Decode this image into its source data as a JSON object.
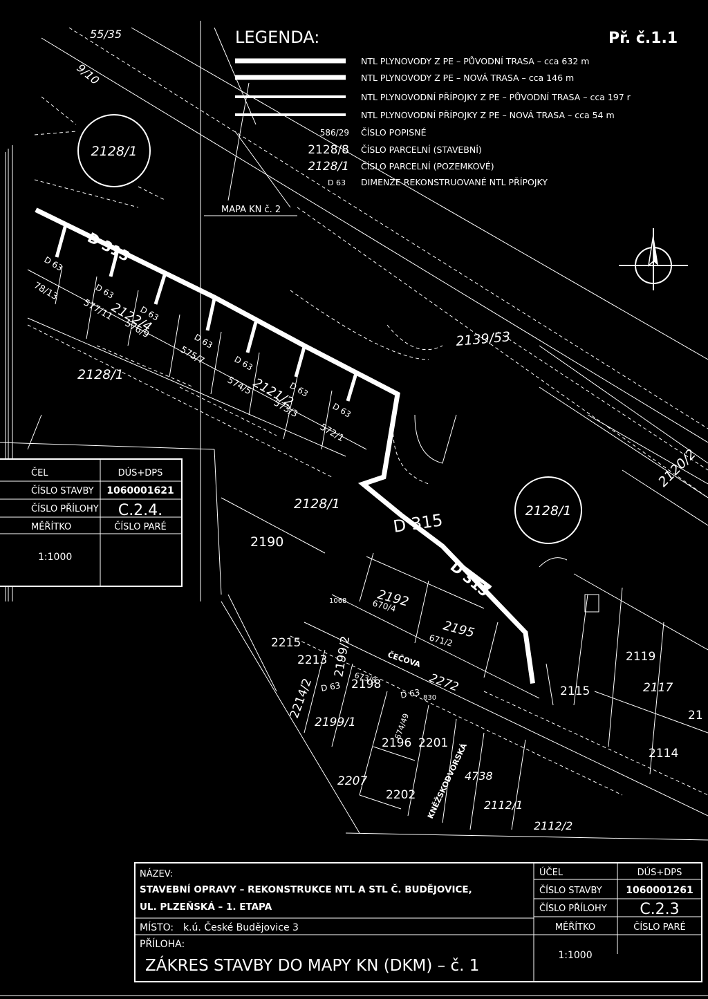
{
  "legend": {
    "title": "LEGENDA:",
    "sheet_mark": "Př. č.1.1",
    "items": [
      {
        "symbol": "pipe-original",
        "text": "NTL PLYNOVODY Z PE – PŮVODNÍ TRASA – cca 632 m"
      },
      {
        "symbol": "pipe-new",
        "text": "NTL PLYNOVODY Z PE – NOVÁ TRASA – cca 146 m"
      },
      {
        "symbol": "connection-original",
        "text": "NTL PLYNOVODNÍ PŘÍPOJKY Z PE – PŮVODNÍ TRASA – cca 197 r"
      },
      {
        "symbol": "connection-new",
        "text": "NTL PLYNOVODNÍ PŘÍPOJKY Z PE – NOVÁ TRASA – cca 54 m"
      },
      {
        "symbol": "586/29",
        "text": "ČÍSLO POPISNÉ"
      },
      {
        "symbol": "2128/8",
        "text": "ČÍSLO PARCELNÍ (STAVEBNÍ)"
      },
      {
        "symbol": "2128/1",
        "text": "ČÍSLO PARCELNÍ (POZEMKOVÉ)"
      },
      {
        "symbol": "D 63",
        "text": "DIMENZE REKONSTRUOVANÉ NTL PŘÍPOJKY"
      }
    ]
  },
  "map": {
    "map_ref": "MAPA KN č. 2",
    "pipe_labels": [
      "D 315",
      "D 315",
      "D 315"
    ],
    "connection_labels": [
      "D 63",
      "D 63",
      "D 63",
      "D 63",
      "D 63",
      "D 63",
      "D 63",
      "D 63",
      "D 63"
    ],
    "parcel_circles": [
      "2128/1",
      "2128/1"
    ],
    "parcels": [
      "2128/1",
      "2128/1",
      "2139/53",
      "2120/2",
      "2190",
      "2192",
      "2195",
      "2213",
      "2215",
      "2214/2",
      "2198",
      "2199/1",
      "2199/2",
      "2196",
      "2201",
      "2207",
      "2202",
      "2112/1",
      "2112/2",
      "2115",
      "2119",
      "2117",
      "2114",
      "4738",
      "2272",
      "55/35",
      "9/10",
      "78/13",
      "21"
    ],
    "parcels_small": [
      "577/11",
      "2122/4",
      "576/9",
      "575/7",
      "574/5",
      "2121/2",
      "573/3",
      "572/1",
      "670/4",
      "671/2",
      "673/8",
      "674/49",
      "1068",
      "830"
    ],
    "streets": [
      "ČEČOVA",
      "KNĚŽSKODVORSKÁ"
    ]
  },
  "left_table": {
    "rows": [
      {
        "label": "ČEL",
        "value": "DÚS+DPS"
      },
      {
        "label": "ČÍSLO STAVBY",
        "value": "1060001621"
      },
      {
        "label": "ČÍSLO PŘÍLOHY",
        "value": "C.2.4."
      },
      {
        "label": "MĚŘÍTKO",
        "value": "ČÍSLO PARÉ"
      }
    ],
    "scale": "1:1000"
  },
  "title_block": {
    "name_label": "NÁZEV:",
    "name_line1": "STAVEBNÍ OPRAVY – REKONSTRUKCE NTL A STL Č. BUDĚJOVICE,",
    "name_line2": "UL. PLZEŇSKÁ – 1. ETAPA",
    "place_label": "MÍSTO:",
    "place_value": "k.ú. České Budějovice 3",
    "attachment_label": "PŘÍLOHA:",
    "attachment_value": "ZÁKRES STAVBY DO MAPY KN (DKM) – č. 1",
    "purpose_label": "ÚČEL",
    "purpose_value": "DÚS+DPS",
    "building_no_label": "ČÍSLO STAVBY",
    "building_no_value": "1060001261",
    "attachment_no_label": "ČÍSLO PŘÍLOHY",
    "attachment_no_value": "C.2.3",
    "scale_label": "MĚŘÍTKO",
    "copy_no_label": "ČÍSLO PARÉ",
    "scale_value": "1:1000"
  }
}
